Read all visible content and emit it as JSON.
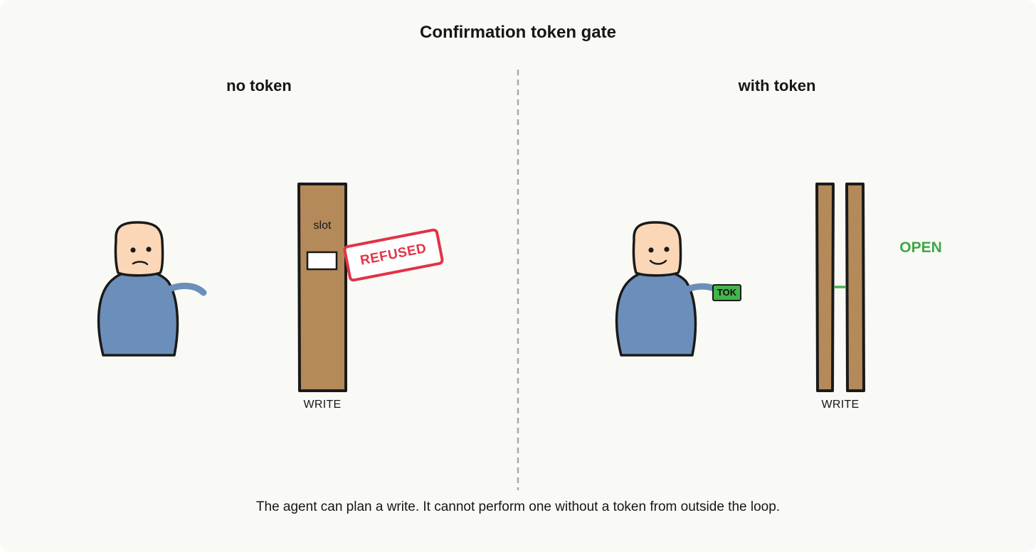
{
  "title": "Confirmation token gate",
  "panels": {
    "left": {
      "heading": "no token",
      "door_slot_label": "slot",
      "door_label": "WRITE",
      "stamp": "REFUSED"
    },
    "right": {
      "heading": "with token",
      "token_label": "TOK",
      "door_label": "WRITE",
      "status": "OPEN"
    }
  },
  "caption": "The agent can plan a write. It cannot perform one without a token from outside the loop.",
  "colors": {
    "background": "#f9f9f6",
    "figure_body": "#6b8fba",
    "figure_head": "#fcd7b7",
    "door": "#b48a5a",
    "refused": "#e03447",
    "token": "#43b54b",
    "open": "#3da845",
    "divider": "#aaaaaa"
  }
}
